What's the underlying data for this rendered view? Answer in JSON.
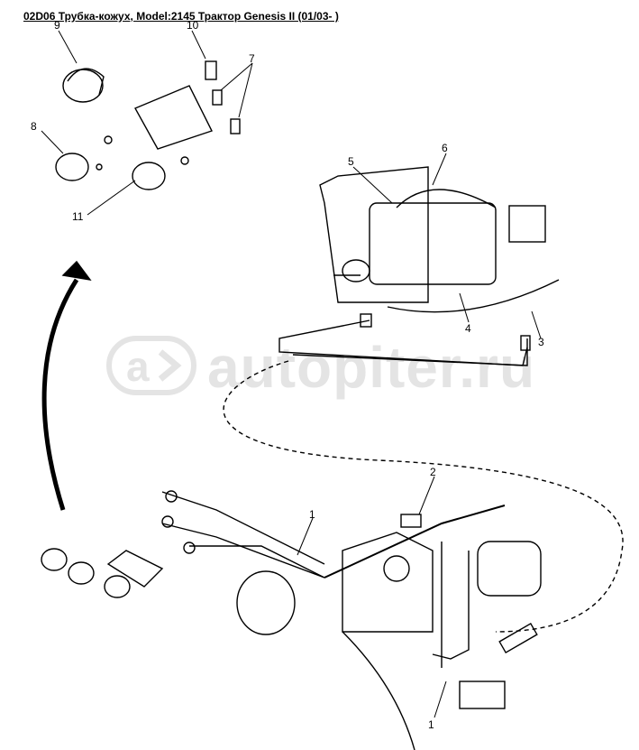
{
  "title": "02D06 Трубка-кожух, Model:2145 Трактор Genesis II (01/03- )",
  "watermark": "autopiter.ru",
  "callouts": [
    "9",
    "10",
    "7",
    "8",
    "11",
    "5",
    "6",
    "4",
    "3",
    "2",
    "1",
    "1"
  ]
}
